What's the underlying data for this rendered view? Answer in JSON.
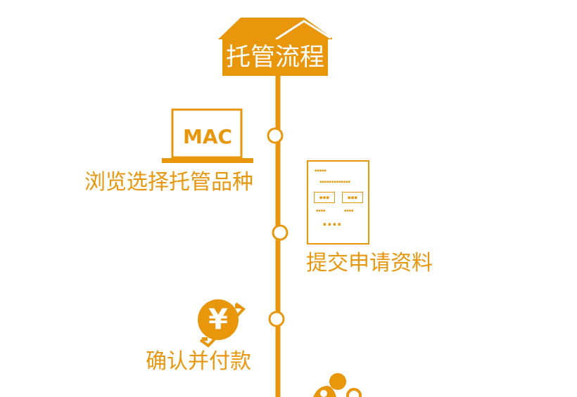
{
  "title": "托管流程",
  "accent_color": "#E8960C",
  "steps": [
    {
      "label": "浏览选择托管品种",
      "icon": "laptop-icon",
      "icon_text": "MAC"
    },
    {
      "label": "提交申请资料",
      "icon": "document-icon"
    },
    {
      "label": "确认并付款",
      "icon": "yen-icon",
      "icon_text": "¥"
    },
    {
      "icon": "people-icon"
    }
  ]
}
